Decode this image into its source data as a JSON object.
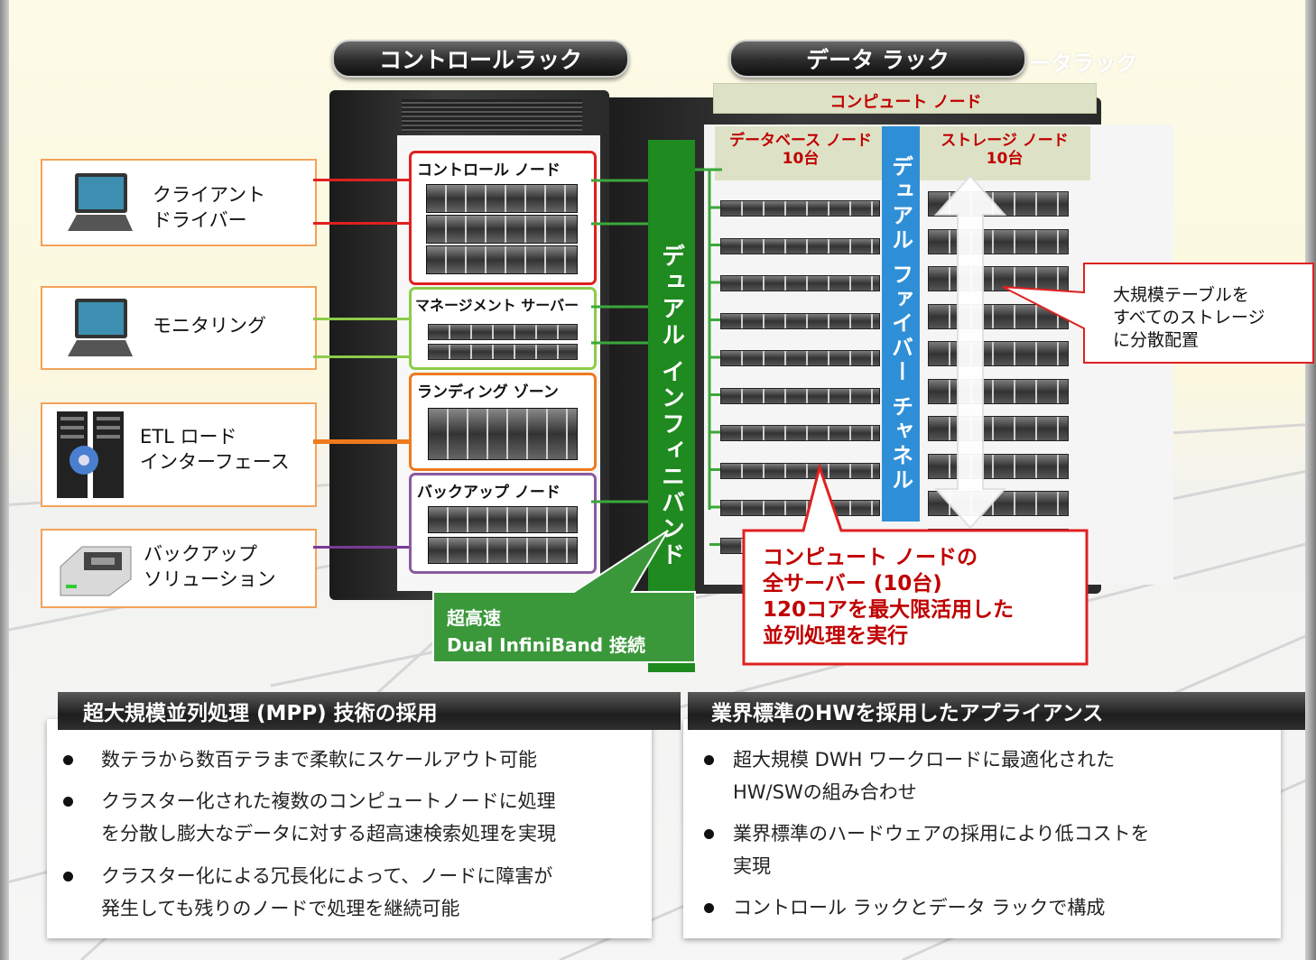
{
  "racks": {
    "control_label": "コントロールラック",
    "data_label": "データ ラック",
    "ghost_label": "ータラック"
  },
  "sources": [
    {
      "label": "クライアント\nドライバー",
      "icon": "laptop-icon"
    },
    {
      "label": "モニタリング",
      "icon": "laptop-icon"
    },
    {
      "label": "ETL ロード\nインターフェース",
      "icon": "server-gear-icon"
    },
    {
      "label": "バックアップ\nソリューション",
      "icon": "tape-drive-icon"
    }
  ],
  "control_groups": [
    {
      "title": "コントロール ノード",
      "color": "#e02020"
    },
    {
      "title": "マネージメント サーバー",
      "color": "#8ccc4a"
    },
    {
      "title": "ランディング ゾーン",
      "color": "#ee7a1e"
    },
    {
      "title": "バックアップ ノード",
      "color": "#8a5aa0"
    }
  ],
  "link_colors": {
    "client": "#e02020",
    "monitoring": "#8ccc4a",
    "etl": "#ee7a1e",
    "backup": "#7a3a9a",
    "infiniband": "#2f8f2f",
    "fiber": "#2f8fd6"
  },
  "infiniband_label": "デュアル インフィニバンド",
  "fiber_label": "デュアル ファイバー チャネル",
  "compute_node_label": "コンピュート ノード",
  "db_node_label": "データベース ノード",
  "db_node_count": "10台",
  "storage_node_label": "ストレージ ノード",
  "storage_node_count": "10台",
  "storage_callout": "大規模テーブルを\nすべてのストレージ\nに分散配置",
  "infiniband_callout": {
    "line1": "超高速",
    "line2": "Dual InfiniBand 接続"
  },
  "compute_callout": "コンピュート ノードの\n全サーバー (10台)\n120コアを最大限活用した\n並列処理を実行",
  "sections": [
    {
      "title": "超大規模並列処理 (MPP) 技術の採用",
      "bullets": [
        "数テラから数百テラまで柔軟にスケールアウト可能",
        "クラスター化された複数のコンピュートノードに処理\nを分散し膨大なデータに対する超高速検索処理を実現",
        "クラスター化による冗長化によって、ノードに障害が\n発生しても残りのノードで処理を継続可能"
      ]
    },
    {
      "title": "業界標準のHWを採用したアプライアンス",
      "bullets": [
        "超大規模 DWH ワークロードに最適化された\nHW/SWの組み合わせ",
        "業界標準のハードウェアの採用により低コストを\n実現",
        "コントロール ラックとデータ ラックで構成"
      ]
    }
  ]
}
